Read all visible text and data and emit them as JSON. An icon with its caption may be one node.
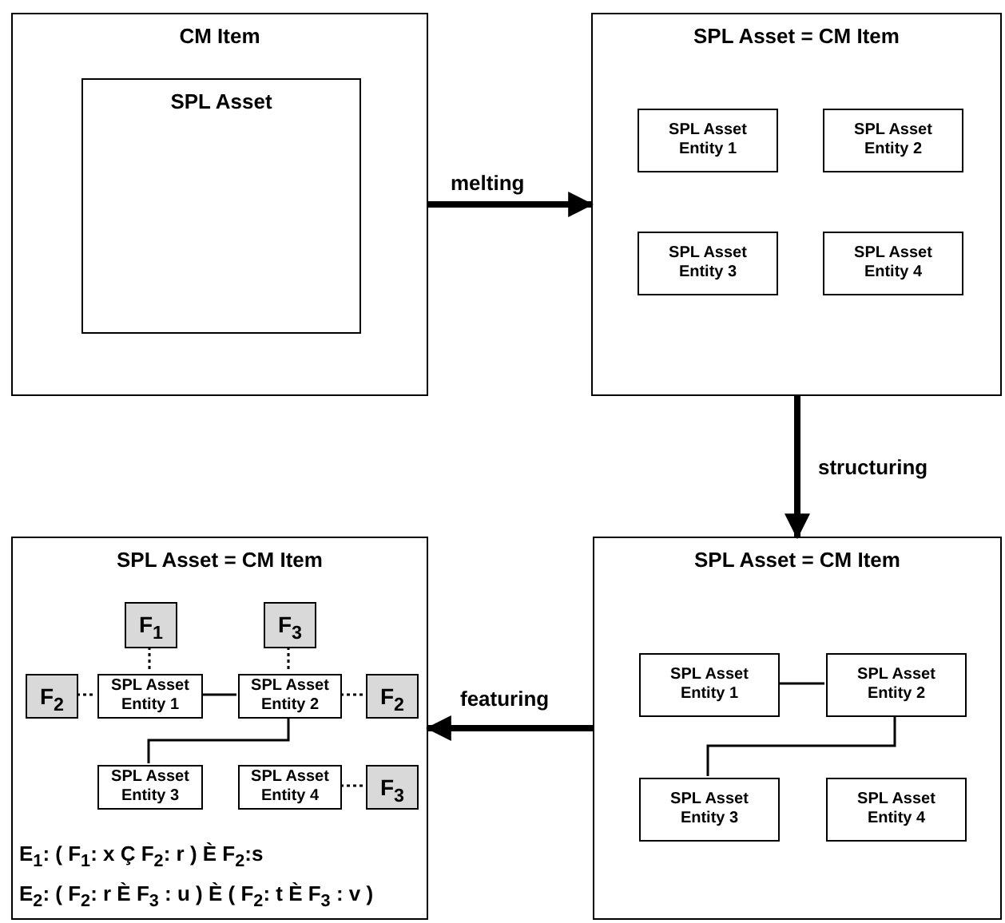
{
  "diagram": {
    "nodes": [
      {
        "text": [
          "CM Item"
        ]
      },
      {
        "text": [
          "SPL Asset"
        ],
        "in": 0
      },
      {
        "text": [
          "SPL Asset = CM Item"
        ]
      },
      {
        "text": [
          "SPL Asset Entity 1"
        ],
        "in": 2
      },
      {
        "text": [
          "SPL Asset Entity 2"
        ],
        "in": 2
      },
      {
        "text": [
          "SPL Asset Entity 3"
        ],
        "in": 2
      },
      {
        "text": [
          "SPL Asset Entity 4"
        ],
        "in": 2
      },
      {
        "text": [
          "SPL Asset = CM Item"
        ]
      },
      {
        "text": [
          "SPL Asset Entity 1"
        ],
        "in": 7
      },
      {
        "text": [
          "SPL Asset Entity 2"
        ],
        "in": 7
      },
      {
        "text": [
          "SPL Asset Entity 3"
        ],
        "in": 7
      },
      {
        "text": [
          "SPL Asset Entity 4"
        ],
        "in": 7
      },
      {
        "text": [
          "SPL Asset = CM Item",
          "E$_{1}$: ( F$_{1}$: x Ç F$_{2}$: r ) È F$_{2}$:s",
          "E$_{2}$: ( F$_{2}$: r È F$_{3}$ : u ) È ( F$_{2}$: t È F$_{3}$ : v )"
        ]
      },
      {
        "text": [
          "F$_{1}$"
        ],
        "in": 12
      },
      {
        "text": [
          "F$_{3}$"
        ],
        "in": 12
      },
      {
        "text": [
          "F$_{2}$"
        ],
        "in": 12
      },
      {
        "text": [
          "SPL Asset Entity 1"
        ],
        "in": 12
      },
      {
        "text": [
          "SPL Asset Entity 2"
        ],
        "in": 12
      },
      {
        "text": [
          "F$_{2}$"
        ],
        "in": 12
      },
      {
        "text": [
          "SPL Asset Entity 3"
        ],
        "in": 12
      },
      {
        "text": [
          "SPL Asset Entity 4"
        ],
        "in": 12
      },
      {
        "text": [
          "F$_{3}$"
        ],
        "in": 12
      }
    ],
    "edges": [
      {
        "from": 0,
        "to": 2,
        "arrow": "to",
        "label": "melting",
        "style": "thick"
      },
      {
        "from": 2,
        "to": 7,
        "arrow": "to",
        "label": "structuring",
        "style": "thick"
      },
      {
        "from": 7,
        "to": 12,
        "arrow": "to",
        "label": "featuring",
        "style": "thick"
      },
      {
        "from": 8,
        "to": 9,
        "arrow": "none"
      },
      {
        "from": 9,
        "to": 10,
        "arrow": "none"
      },
      {
        "from": 16,
        "to": 17,
        "arrow": "none"
      },
      {
        "from": 17,
        "to": 19,
        "arrow": "none"
      },
      {
        "from": 13,
        "to": 16,
        "arrow": "none",
        "style": "dashed"
      },
      {
        "from": 14,
        "to": 17,
        "arrow": "none",
        "style": "dashed"
      },
      {
        "from": 15,
        "to": 16,
        "arrow": "none",
        "style": "dashed"
      },
      {
        "from": 17,
        "to": 18,
        "arrow": "none",
        "style": "dashed"
      },
      {
        "from": 20,
        "to": 21,
        "arrow": "none",
        "style": "dashed"
      }
    ]
  }
}
